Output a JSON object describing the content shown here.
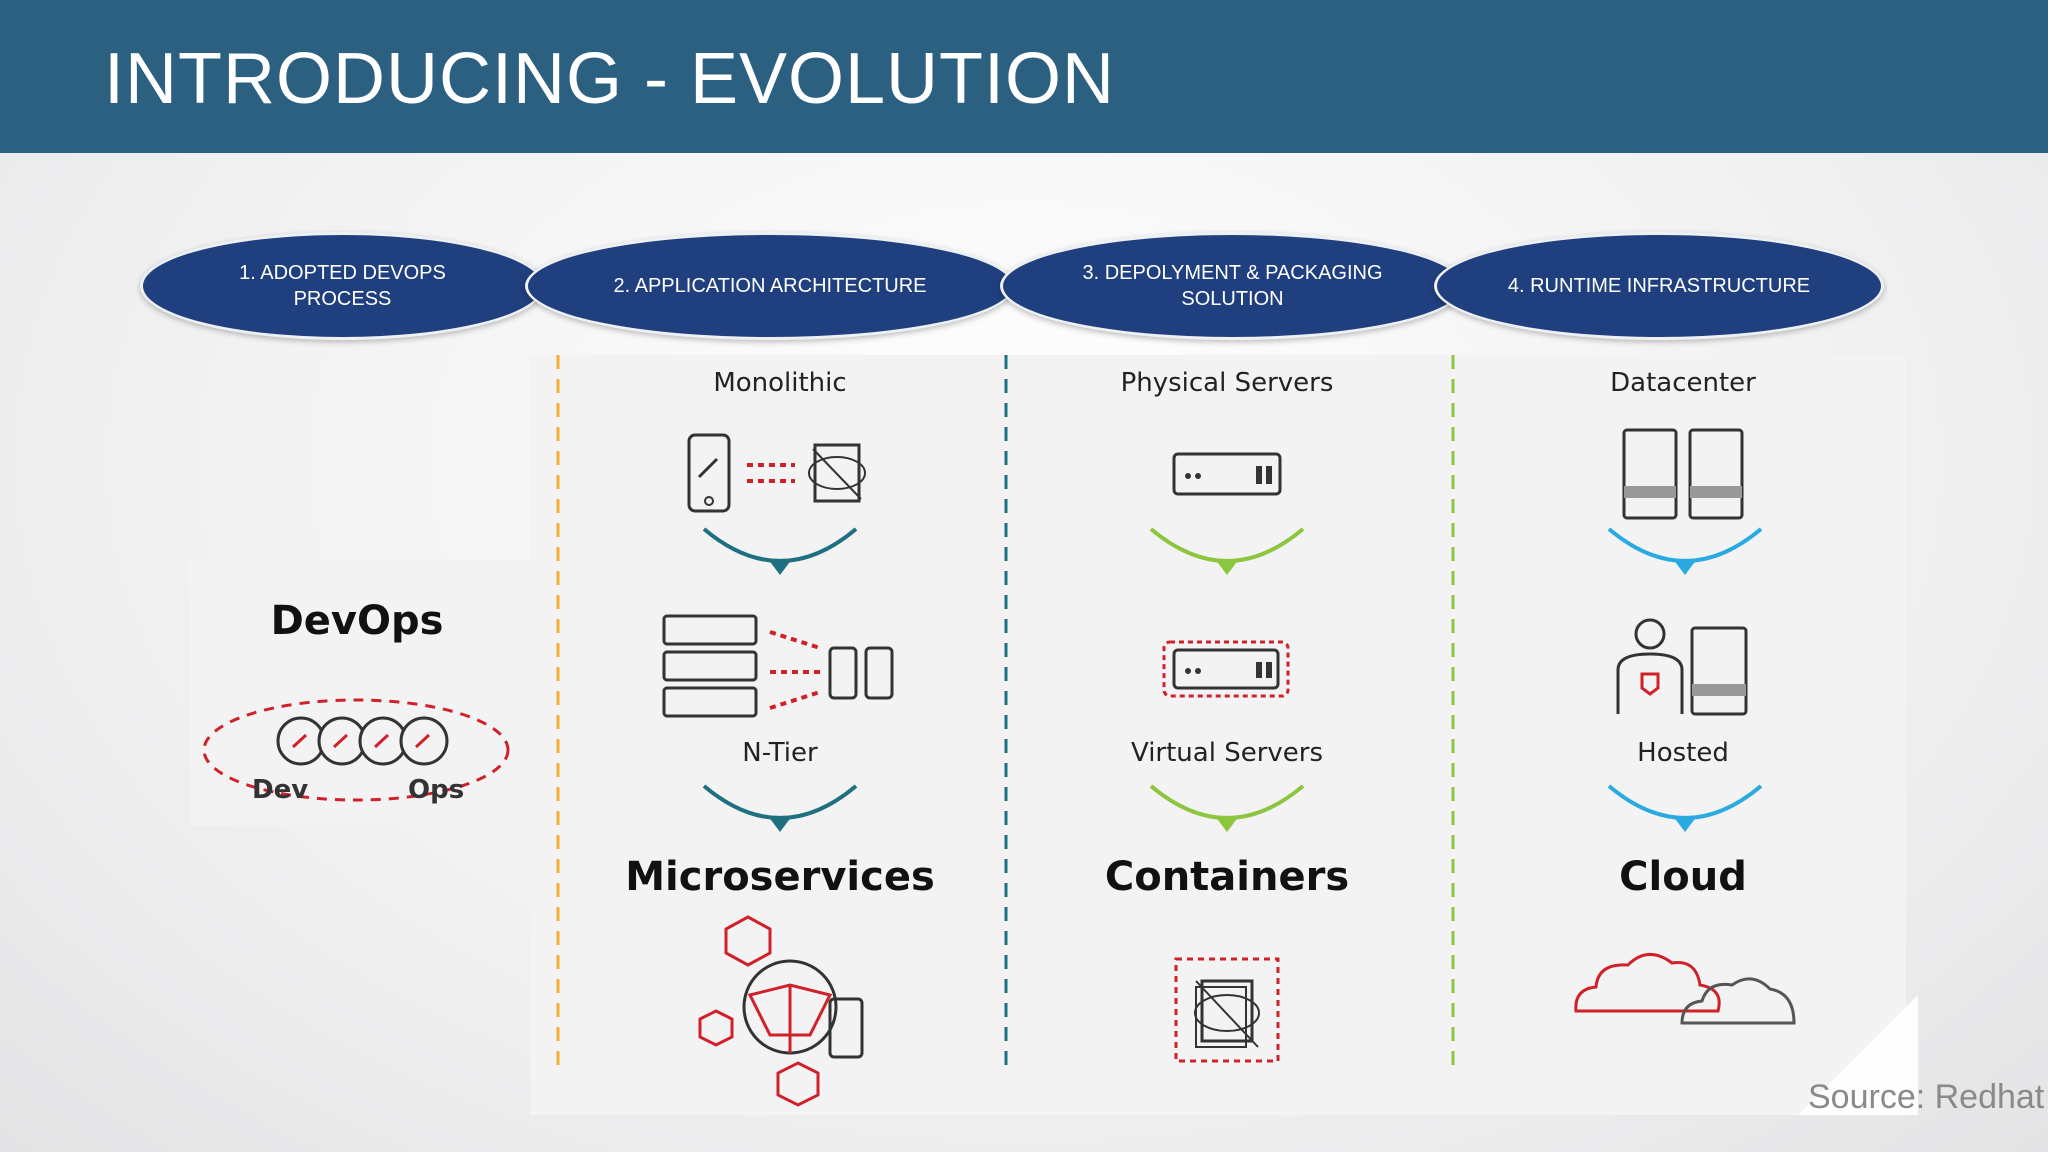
{
  "title": "INTRODUCING - EVOLUTION",
  "steps": [
    {
      "label": "1. ADOPTED DEVOPS\nPROCESS"
    },
    {
      "label": "2. APPLICATION ARCHITECTURE"
    },
    {
      "label": "3. DEPOLYMENT & PACKAGING\nSOLUTION"
    },
    {
      "label": "4. RUNTIME INFRASTRUCTURE"
    }
  ],
  "devops": {
    "title": "DevOps",
    "dev": "Dev",
    "ops": "Ops"
  },
  "columns": {
    "architecture": {
      "stage1": "Monolithic",
      "stage2": "N-Tier",
      "stage3": "Microservices"
    },
    "deployment": {
      "stage1": "Physical Servers",
      "stage2": "Virtual Servers",
      "stage3": "Containers"
    },
    "infrastructure": {
      "stage1": "Datacenter",
      "stage2": "Hosted",
      "stage3": "Cloud"
    }
  },
  "colors": {
    "header": "#2b6080",
    "pill": "#1f3f7e",
    "architecture_accent": "#1e6f80",
    "deployment_accent": "#8cc63f",
    "infrastructure_accent": "#29abe2",
    "red": "#d0212a"
  },
  "source": "Source: Redhat"
}
